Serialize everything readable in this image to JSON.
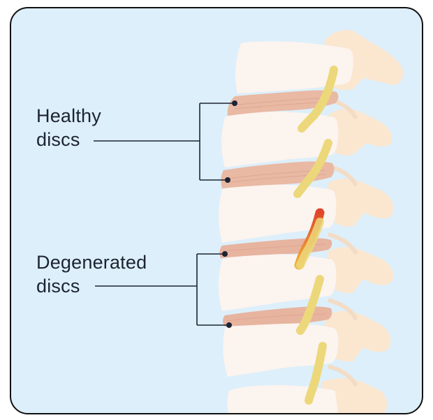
{
  "labels": {
    "healthy_line1": "Healthy",
    "healthy_line2": "discs",
    "degenerated_line1": "Degenerated",
    "degenerated_line2": "discs"
  },
  "colors": {
    "background": "#ddeffa",
    "frame_border": "#111111",
    "vertebra_body": "#fcf4ef",
    "posterior_element": "#fbe6cf",
    "healthy_disc": "#e9b9a4",
    "degenerated_disc": "#e7b4a0",
    "nerve": "#ecd87a",
    "inflamed_nerve": "#e0452a",
    "leader_line": "#1c2333"
  },
  "icons": [
    "marker-dot"
  ]
}
